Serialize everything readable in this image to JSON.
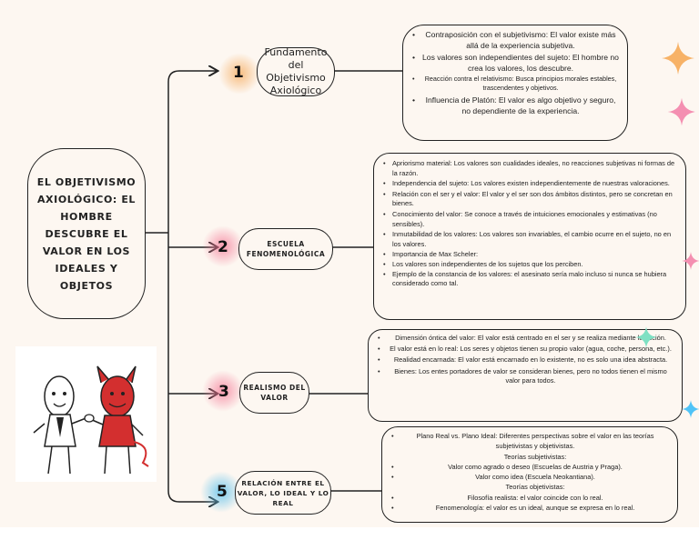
{
  "main_title": "EL OBJETIVISMO AXIOLÓGICO: EL HOMBRE DESCUBRE EL VALOR EN LOS IDEALES Y OBJETOS",
  "colors": {
    "background": "#fdf7f1",
    "orange_glow": "#f6b26b",
    "pink_glow": "#f4a7b9",
    "blue_glow": "#8fd3ee",
    "sparkle_orange": "#f7b267",
    "sparkle_pink": "#f48fb1",
    "sparkle_blue": "#4fc3f7",
    "sparkle_teal": "#7ee0c3",
    "devil_red": "#d32f2f"
  },
  "branches": [
    {
      "number": "1",
      "label": "Fundamento del Objetivismo Axiológico",
      "glow": "orange",
      "items": [
        "Contraposición con el subjetivismo: El valor existe más allá de la experiencia subjetiva.",
        "Los valores son independientes del sujeto: El hombre no crea los valores, los descubre.",
        "Reacción contra el relativismo: Busca principios morales estables, trascendentes y objetivos.",
        "Influencia de Platón: El valor es algo objetivo y seguro, no dependiente de la experiencia."
      ]
    },
    {
      "number": "2",
      "label": "ESCUELA FENOMENOLÓGICA",
      "glow": "pink",
      "items": [
        "Apriorismo material: Los valores son cualidades ideales, no reacciones subjetivas ni formas de la razón.",
        "Independencia del sujeto: Los valores existen independientemente de nuestras valoraciones.",
        "Relación con el ser y el valor: El valor y el ser son dos ámbitos distintos, pero se concretan en bienes.",
        "Conocimiento del valor: Se conoce a través de intuiciones emocionales y estimativas (no sensibles).",
        "Inmutabilidad de los valores: Los valores son invariables, el cambio ocurre en el sujeto, no en los valores.",
        "Importancia de Max Scheler:",
        "Los valores son independientes de los sujetos que los perciben.",
        "Ejemplo de la constancia de los valores: el asesinato sería malo incluso si nunca se hubiera considerado como tal."
      ]
    },
    {
      "number": "3",
      "label": "REALISMO DEL VALOR",
      "glow": "pink",
      "items": [
        "Dimensión óntica del valor: El valor está centrado en el ser y se realiza mediante la acción.",
        "El valor está en lo real: Los seres y objetos tienen su propio valor (agua, coche, persona, etc.).",
        "Realidad encarnada: El valor está encarnado en lo existente, no es solo una idea abstracta.",
        "Bienes: Los entes portadores de valor se consideran bienes, pero no todos tienen el mismo valor para todos."
      ]
    },
    {
      "number": "5",
      "label": "RELACIÓN ENTRE EL VALOR, LO IDEAL Y LO REAL",
      "glow": "blue",
      "items": [
        "Plano Real vs. Plano Ideal: Diferentes perspectivas sobre el valor en las teorías subjetivistas y objetivistas.",
        "Teorías subjetivistas:",
        "Valor como agrado o deseo (Escuelas de Austria y Praga).",
        "Valor como idea (Escuela Neokantiana).",
        "Teorías objetivistas:",
        "Filosofía realista: el valor coincide con lo real.",
        "Fenomenología: el valor es un ideal, aunque se expresa en lo real."
      ]
    }
  ],
  "icons": [
    "sparkle-icon",
    "handshake-illustration"
  ]
}
